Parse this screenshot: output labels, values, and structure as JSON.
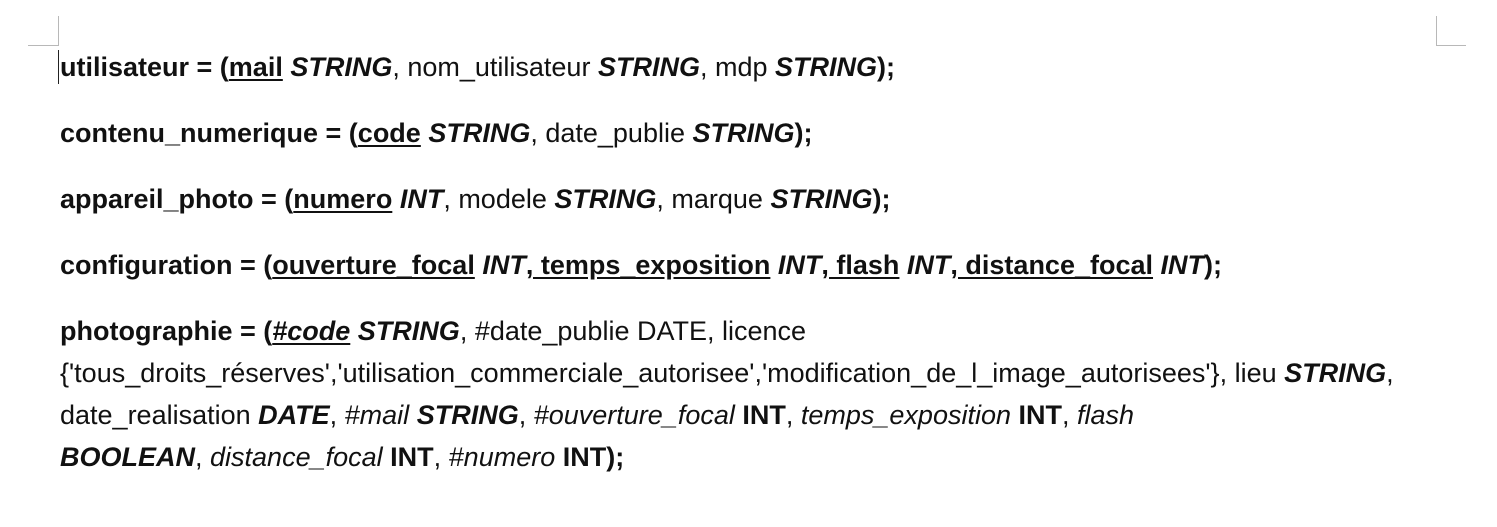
{
  "doc": {
    "l1": {
      "name": "utilisateur = (",
      "k1": "mail",
      "t1": " STRING",
      "s1": ", nom_utilisateur ",
      "t2": "STRING",
      "s2": ", mdp ",
      "t3": "STRING",
      "end": ");"
    },
    "l2": {
      "name": "contenu_numerique = (",
      "k1": "code",
      "t1": " STRING",
      "s1": ", date_publie ",
      "t2": "STRING",
      "end": ");"
    },
    "l3": {
      "name": "appareil_photo = (",
      "k1": "numero",
      "t1": " INT",
      "s1": ", modele ",
      "t2": "STRING",
      "s2": ", marque ",
      "t3": "STRING",
      "end": ");"
    },
    "l4": {
      "name": "configuration = (",
      "k1": "ouverture_focal",
      "t1": " INT",
      "k2": ", temps_exposition",
      "t2": " INT",
      "k3": ", flash",
      "t3": " INT",
      "k4": ", distance_focal",
      "t4": " INT",
      "end": ");"
    },
    "l5": {
      "name": "photographie = (",
      "k1": "#code",
      "t1": " STRING",
      "s1": ", #date_publie DATE, licence {'tous_droits_réserves','utilisation_commerciale_autorisee','modification_de_l_image_autorisees'}, lieu ",
      "t2": "STRING",
      "s2": ", date_realisation ",
      "t3": "DATE",
      "s3": ", ",
      "i1": "#mail",
      "t4": " STRING",
      "s4": ", ",
      "i2": "#ouverture_focal",
      "t5": " INT",
      "s5": ", ",
      "i3": "temps_exposition",
      "t6": " INT",
      "s6": ", ",
      "i4": "flash",
      "t7": "BOOLEAN",
      "s7": ", ",
      "i5": "distance_focal",
      "t8": " INT",
      "s8": ", ",
      "i6": "#numero",
      "t9": " INT",
      "end": ");"
    }
  }
}
